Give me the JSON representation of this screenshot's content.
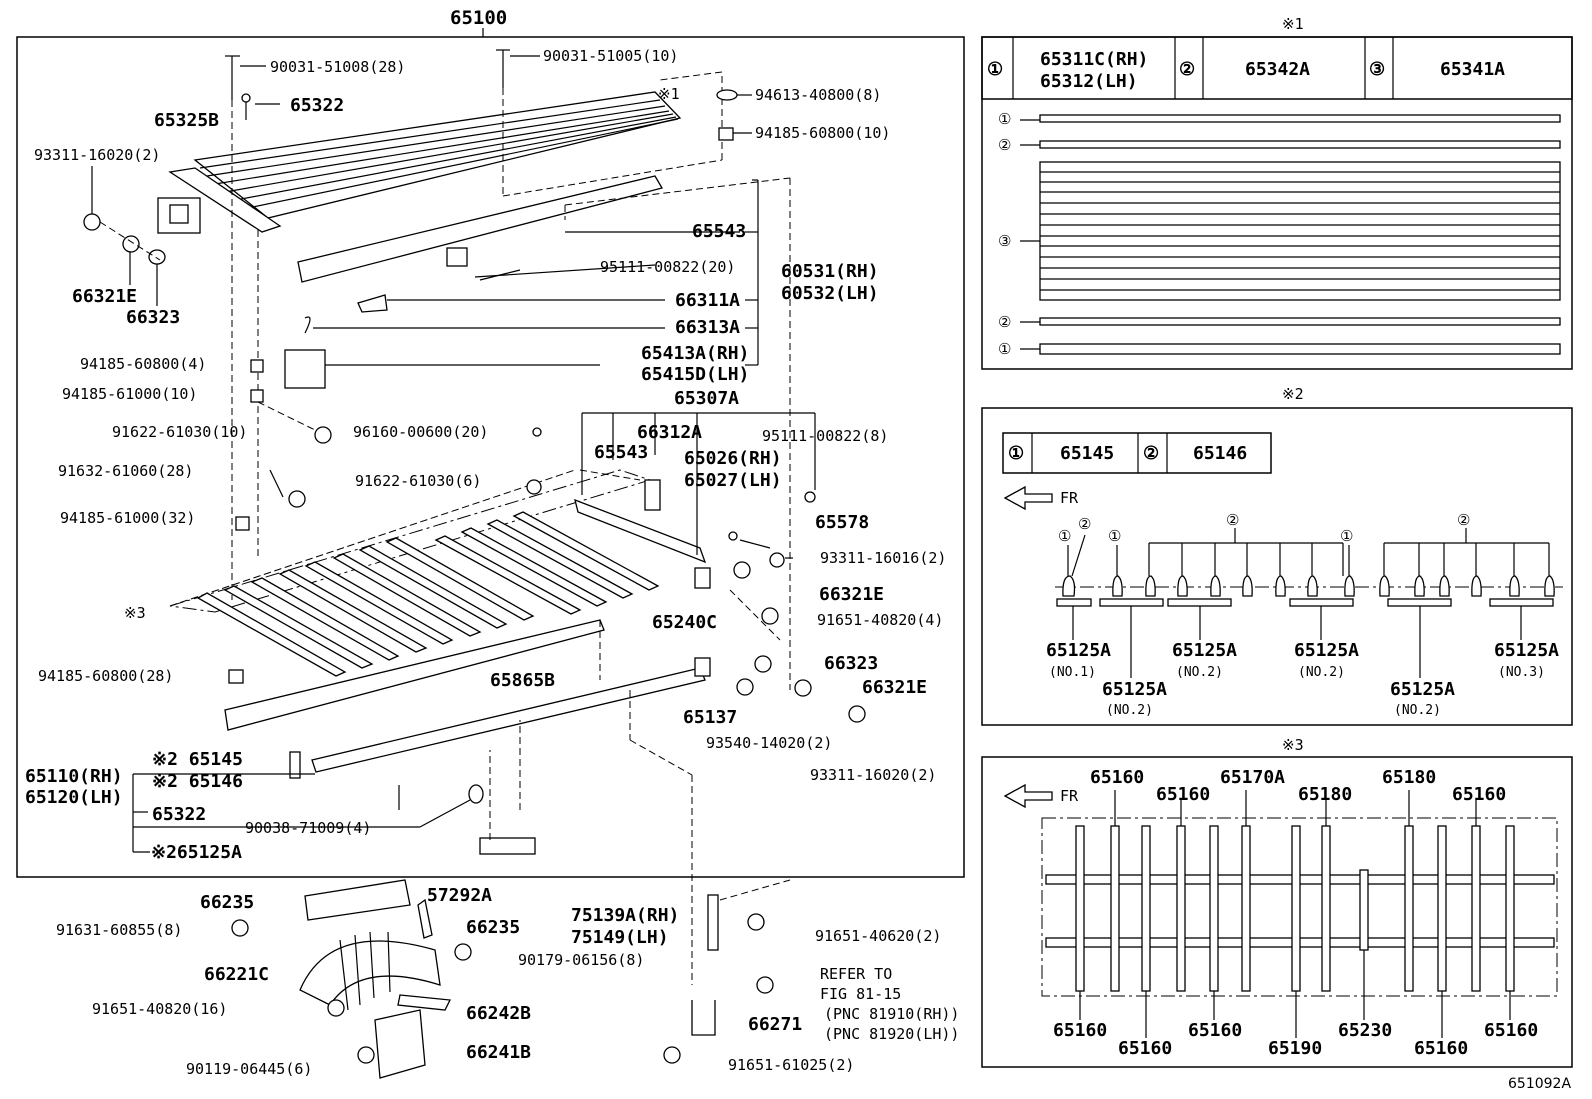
{
  "main": {
    "title": "65100",
    "labels": {
      "p90031_51008": "90031-51008(28)",
      "p90031_51005": "90031-51005(10)",
      "p65322_top": "65322",
      "p65325B": "65325B",
      "ref1": "※1",
      "p94613": "94613-40800(8)",
      "p94185_60800_10": "94185-60800(10)",
      "p93311_16020_2a": "93311-16020(2)",
      "p66321E_a": "66321E",
      "p66323_a": "66323",
      "p65543_a": "65543",
      "p95111_00822_20": "95111-00822(20)",
      "p60531": "60531(RH)",
      "p60532": "60532(LH)",
      "p66311A": "66311A",
      "p66313A": "66313A",
      "p94185_60800_4": "94185-60800(4)",
      "p65413A": "65413A(RH)",
      "p65415D": "65415D(LH)",
      "p94185_61000_10": "94185-61000(10)",
      "p65307A": "65307A",
      "p91622_61030_10": "91622-61030(10)",
      "p96160": "96160-00600(20)",
      "p66312A": "66312A",
      "p95111_00822_8": "95111-00822(8)",
      "p65543_b": "65543",
      "p65026": "65026(RH)",
      "p65027": "65027(LH)",
      "p91632": "91632-61060(28)",
      "p91622_61030_6": "91622-61030(6)",
      "p94185_61000_32": "94185-61000(32)",
      "p65578": "65578",
      "p93311_16016": "93311-16016(2)",
      "p66321E_b": "66321E",
      "ref3": "※3",
      "p65240C": "65240C",
      "p91651_40820_4": "91651-40820(4)",
      "p94185_60800_28": "94185-60800(28)",
      "p66323_b": "66323",
      "p65865B": "65865B",
      "p66321E_c": "66321E",
      "p65137": "65137",
      "p93540": "93540-14020(2)",
      "p65110": "65110(RH)",
      "p65120": "65120(LH)",
      "p65145": "※2 65145",
      "p65146": "※2 65146",
      "p65322_bot": "65322",
      "p93311_16020_2b": "93311-16020(2)",
      "p90038": "90038-71009(4)",
      "p65125A": "※265125A"
    }
  },
  "lower": {
    "p66235_a": "66235",
    "p57292A": "57292A",
    "p91631": "91631-60855(8)",
    "p66235_b": "66235",
    "p66221C": "66221C",
    "p90179": "90179-06156(8)",
    "p91651_40820_16": "91651-40820(16)",
    "p66242B": "66242B",
    "p66241B": "66241B",
    "p90119": "90119-06445(6)",
    "p75139A": "75139A(RH)",
    "p75149": "75149(LH)",
    "p91651_40620": "91651-40620(2)",
    "refer1": "REFER TO",
    "refer2": "FIG 81-15",
    "refer3": "(PNC 81910(RH))",
    "refer4": "(PNC 81920(LH))",
    "p66271": "66271",
    "p91651_61025": "91651-61025(2)"
  },
  "inset1": {
    "title": "※1",
    "c1": "①",
    "n1a": "65311C(RH)",
    "n1b": "65312(LH)",
    "c2": "②",
    "n2": "65342A",
    "c3": "③",
    "n3": "65341A",
    "row1": "①",
    "row2": "②",
    "row3": "③",
    "row4": "②",
    "row5": "①"
  },
  "inset2": {
    "title": "※2",
    "c1": "①",
    "n1": "65145",
    "c2": "②",
    "n2": "65146",
    "fr": "FR",
    "m1": "①",
    "m2": "②",
    "m3": "①",
    "m4": "②",
    "m5": "①",
    "m6": "②",
    "a1": "65125A",
    "a1n": "(NO.1)",
    "a2": "65125A",
    "a2n": "(NO.2)",
    "a3": "65125A",
    "a3n": "(NO.2)",
    "a4": "65125A",
    "a4n": "(NO.2)",
    "a5": "65125A",
    "a5n": "(NO.2)",
    "a6": "65125A",
    "a6n": "(NO.3)"
  },
  "inset3": {
    "title": "※3",
    "fr": "FR",
    "t1": "65160",
    "t2": "65160",
    "t3": "65170A",
    "t4": "65180",
    "t5": "65180",
    "t6": "65160",
    "b1": "65160",
    "b2": "65160",
    "b3": "65160",
    "b4": "65190",
    "b5": "65230",
    "b6": "65160",
    "b7": "65160"
  },
  "footer": {
    "code": "651092A"
  }
}
